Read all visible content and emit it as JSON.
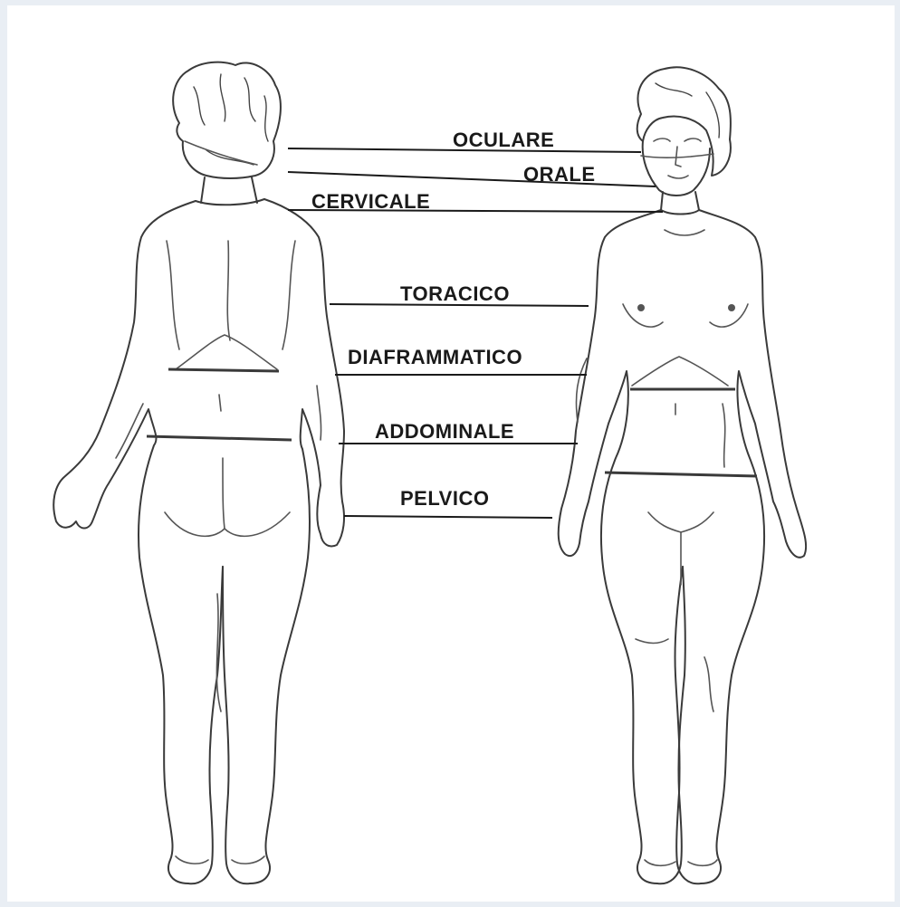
{
  "labels": {
    "oculare": "OCULARE",
    "orale": "ORALE",
    "cervicale": "CERVICALE",
    "toracico": "TORACICO",
    "diaframmatico": "DIAFRAMMATICO",
    "addominale": "ADDOMINALE",
    "pelvico": "PELVICO"
  },
  "figures": {
    "left": "back-view",
    "right": "front-view"
  },
  "colors": {
    "background": "#e9eef4",
    "canvas": "#ffffff",
    "ink": "#1a1a1a"
  }
}
